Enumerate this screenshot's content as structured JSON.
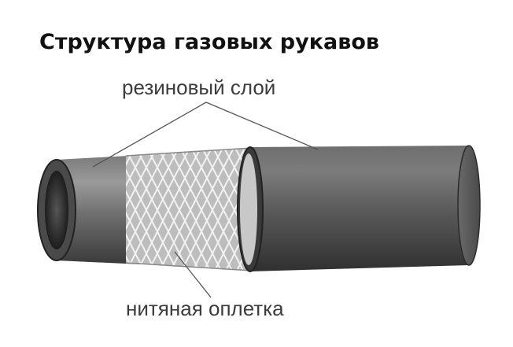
{
  "diagram": {
    "title": "Структура газовых рукавов",
    "labels": {
      "rubber_layer": "резиновый слой",
      "thread_braid": "нитяная оплетка"
    },
    "colors": {
      "rubber": "#5c5c5c",
      "rubber_dark": "#2a2a2a",
      "braid": "#d8d8d8",
      "leader_line": "#555555",
      "title": "#111111"
    }
  }
}
